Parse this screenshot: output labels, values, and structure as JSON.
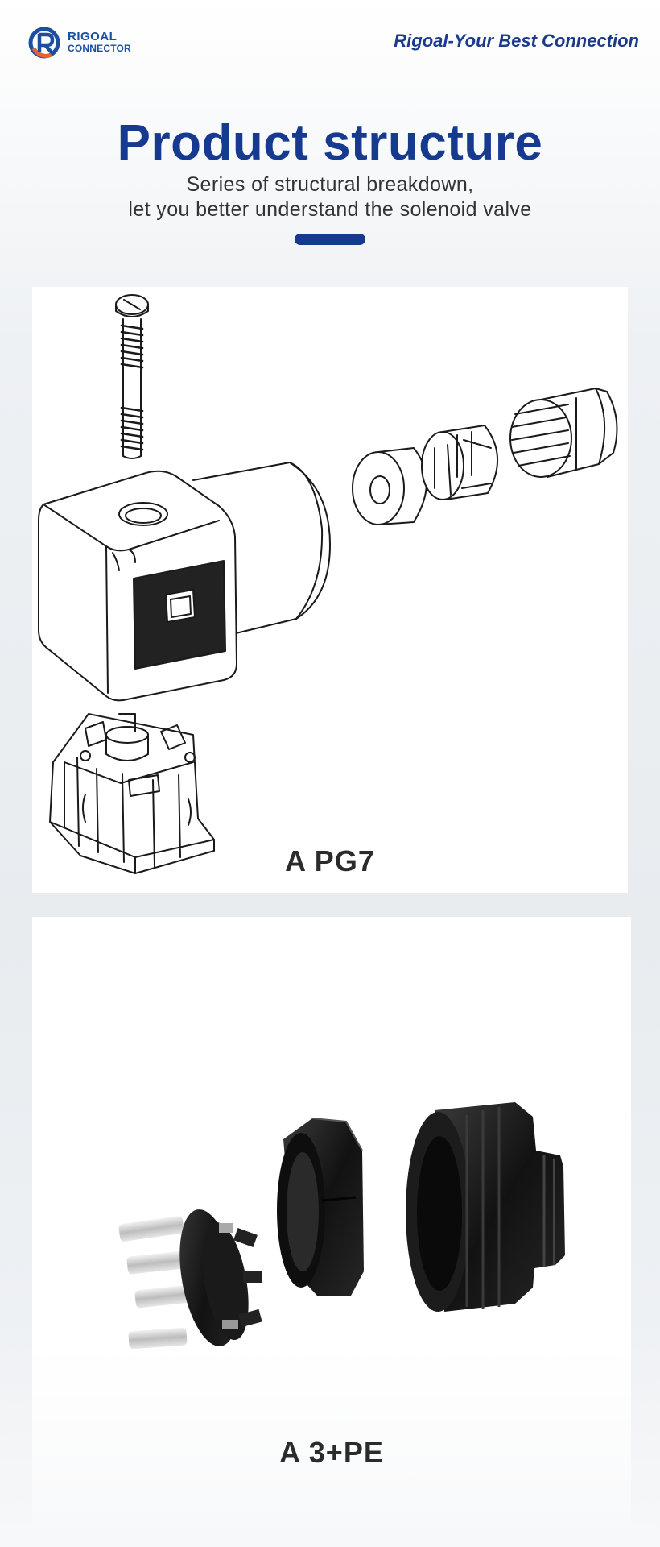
{
  "header": {
    "logo_line1": "RIGOAL",
    "logo_line2": "CONNECTOR",
    "slogan": "Rigoal-Your Best Connection"
  },
  "section": {
    "title": "Product structure",
    "subtitle_line1": "Series of structural breakdown,",
    "subtitle_line2": "let you better understand the solenoid valve"
  },
  "panels": [
    {
      "caption": "A  PG7"
    },
    {
      "caption": "A 3+PE"
    }
  ],
  "colors": {
    "brand_blue": "#153a8f",
    "accent_orange": "#e8632b"
  }
}
